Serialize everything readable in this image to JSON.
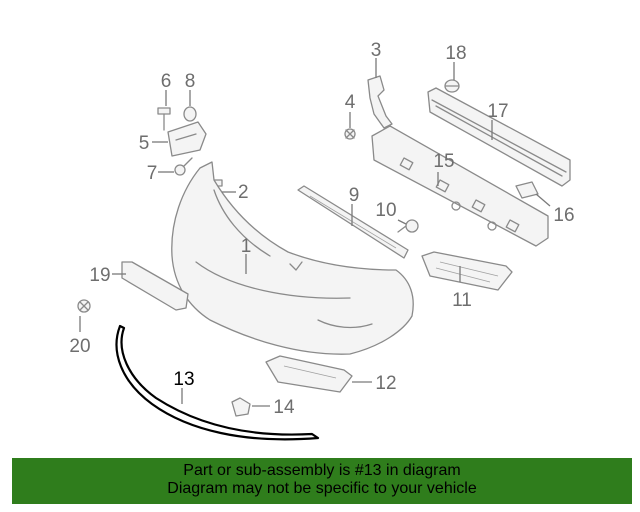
{
  "callouts": [
    {
      "id": "1",
      "label": "1"
    },
    {
      "id": "2",
      "label": "2"
    },
    {
      "id": "3",
      "label": "3"
    },
    {
      "id": "4",
      "label": "4"
    },
    {
      "id": "5",
      "label": "5"
    },
    {
      "id": "6",
      "label": "6"
    },
    {
      "id": "7",
      "label": "7"
    },
    {
      "id": "8",
      "label": "8"
    },
    {
      "id": "9",
      "label": "9"
    },
    {
      "id": "10",
      "label": "10"
    },
    {
      "id": "11",
      "label": "11"
    },
    {
      "id": "12",
      "label": "12"
    },
    {
      "id": "13",
      "label": "13",
      "highlighted": true
    },
    {
      "id": "14",
      "label": "14"
    },
    {
      "id": "15",
      "label": "15"
    },
    {
      "id": "16",
      "label": "16"
    },
    {
      "id": "17",
      "label": "17"
    },
    {
      "id": "18",
      "label": "18"
    },
    {
      "id": "19",
      "label": "19"
    },
    {
      "id": "20",
      "label": "20"
    }
  ],
  "banner": {
    "line1": "Part or sub-assembly is #13 in diagram",
    "line2": "Diagram may not be specific to your vehicle",
    "color": "#2f7d1c"
  },
  "colors": {
    "highlight_part": "#000000",
    "line_art": "#8a8a8a",
    "callout_text": "#6e6e6e"
  }
}
